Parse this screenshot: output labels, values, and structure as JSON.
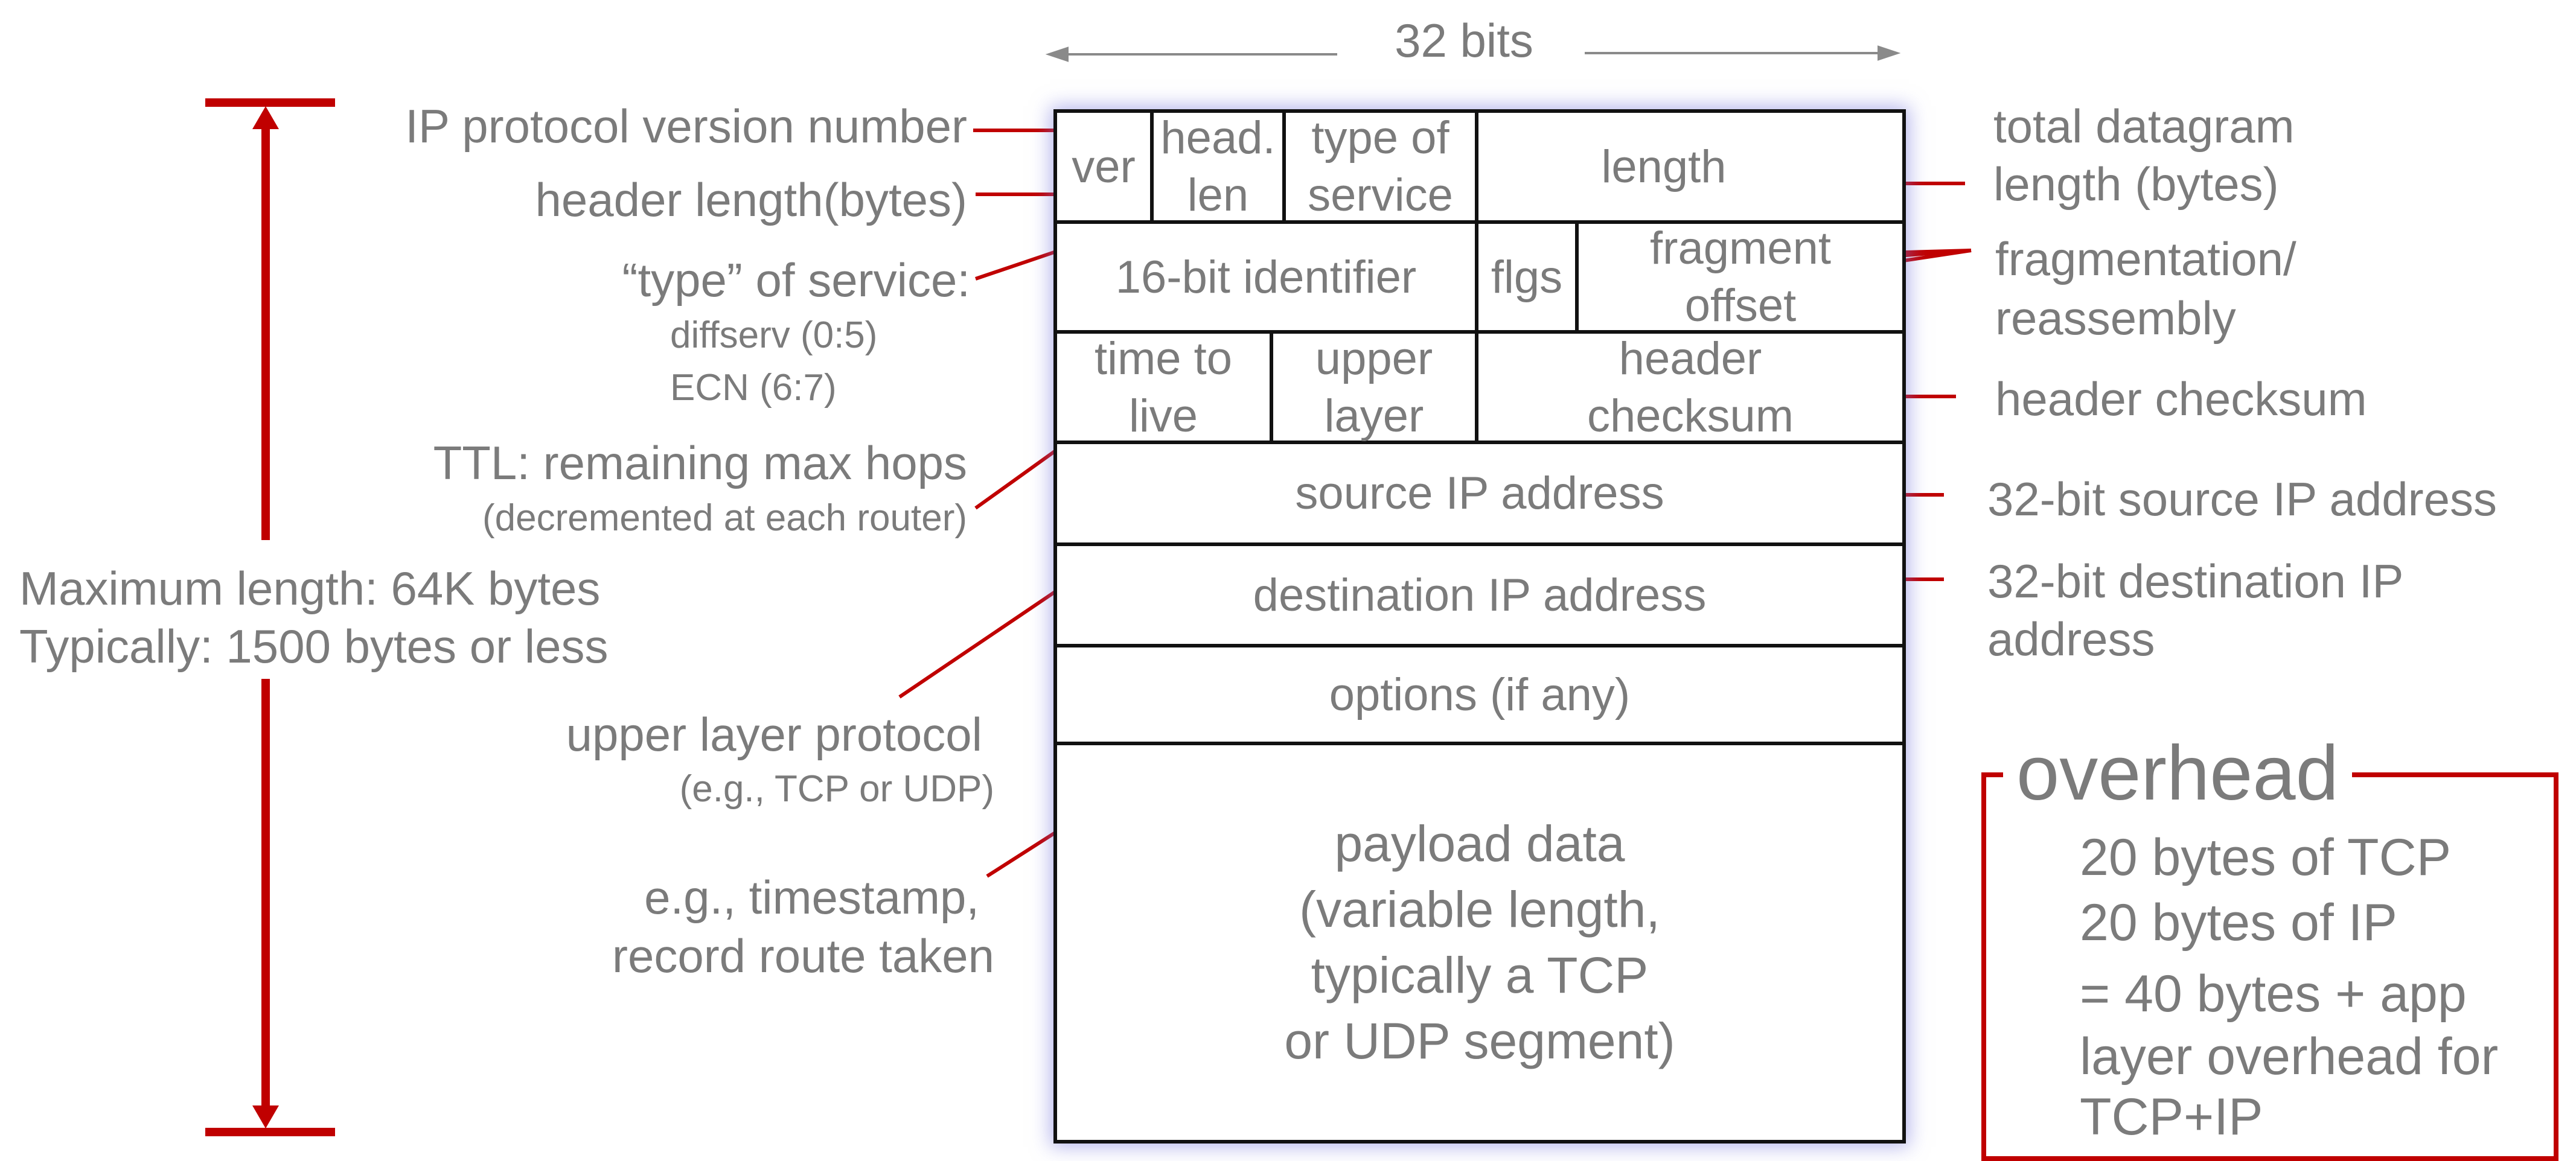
{
  "header": {
    "width_label": "32 bits"
  },
  "packet_fields": {
    "ver": "ver",
    "head_len": "head.\nlen",
    "type_of_service": "type of\nservice",
    "length": "length",
    "identifier": "16-bit identifier",
    "flags": "flgs",
    "fragment_offset": "fragment\noffset",
    "ttl": "time to\nlive",
    "upper_layer": "upper\nlayer",
    "header_checksum": "header\nchecksum",
    "source_ip": "source IP address",
    "destination_ip": "destination IP address",
    "options": "options (if any)",
    "payload": "payload data\n(variable length,\ntypically a TCP\nor UDP segment)"
  },
  "left_annotations": {
    "version": "IP protocol version number",
    "header_length": "header length(bytes)",
    "tos_title": "“type” of service:",
    "tos_diffserv": "diffserv (0:5)",
    "tos_ecn": "ECN (6:7)",
    "ttl_title": "TTL: remaining  max hops",
    "ttl_sub": "(decremented at each router)",
    "upper_title": "upper layer protocol",
    "upper_sub": "(e.g., TCP or UDP)",
    "options_line1": "e.g., timestamp,",
    "options_line2": "record route taken",
    "max_length_line1": "Maximum length: 64K bytes",
    "max_length_line2": "Typically: 1500 bytes or less"
  },
  "right_annotations": {
    "total_length_line1": "total datagram",
    "total_length_line2": "length (bytes)",
    "fragmentation_line1": "fragmentation/",
    "fragmentation_line2": "reassembly",
    "header_checksum": "header checksum",
    "source_ip": "32-bit source IP address",
    "dest_ip_line1": "32-bit destination IP",
    "dest_ip_line2": "address"
  },
  "overhead_box": {
    "title": "overhead",
    "line1": "20 bytes of TCP",
    "line2": "20 bytes of IP",
    "line3": "= 40 bytes + app",
    "line4": "layer overhead for",
    "line5": "TCP+IP"
  },
  "colors": {
    "accent_red": "#c00000",
    "text_gray": "#7b7b7b",
    "box_border": "#111111",
    "glow": "#7878dc"
  }
}
